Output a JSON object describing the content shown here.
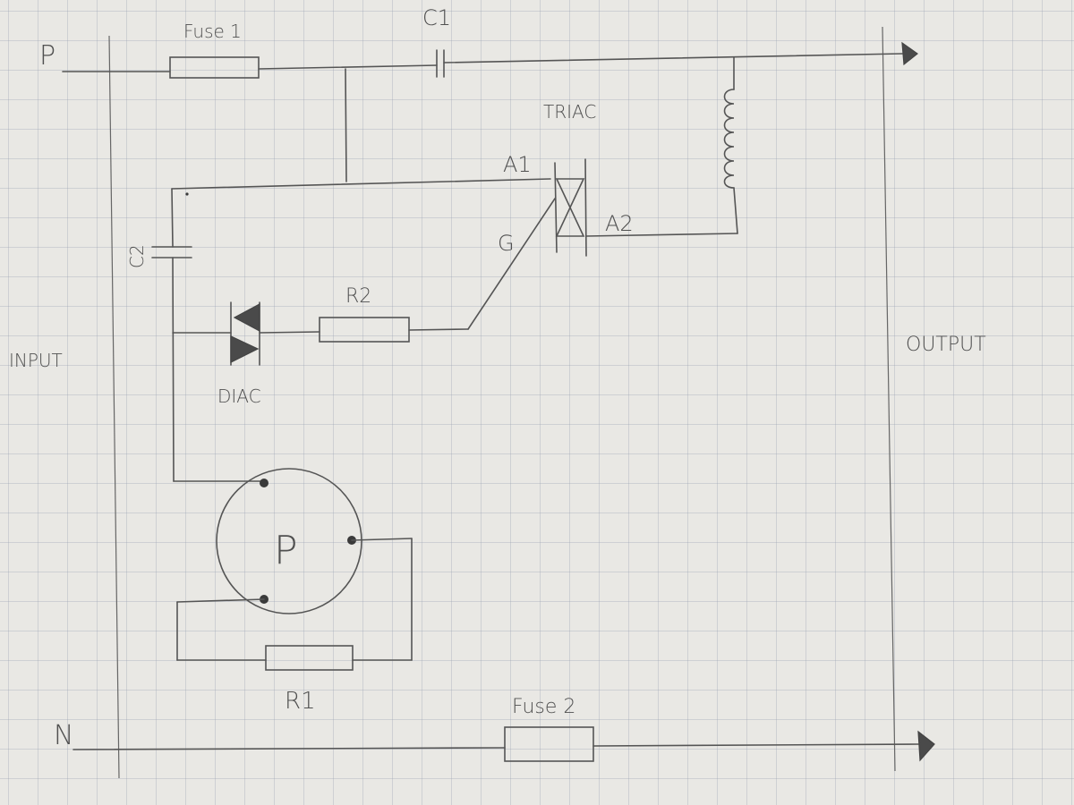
{
  "labels": {
    "p_terminal": "P",
    "n_terminal": "N",
    "input": "INPUT",
    "output": "OUTPUT",
    "fuse1": "Fuse 1",
    "fuse2": "Fuse 2",
    "c1": "C1",
    "c2": "C2",
    "triac": "TRIAC",
    "a1": "A1",
    "a2": "A2",
    "g": "G",
    "r2": "R2",
    "diac": "DIAC",
    "r1": "R1",
    "p_switch": "P"
  },
  "colors": {
    "paper": "#e9e8e4",
    "grid": "#969faf",
    "ink": "#555555",
    "ink_dark": "#3a3a3a"
  }
}
